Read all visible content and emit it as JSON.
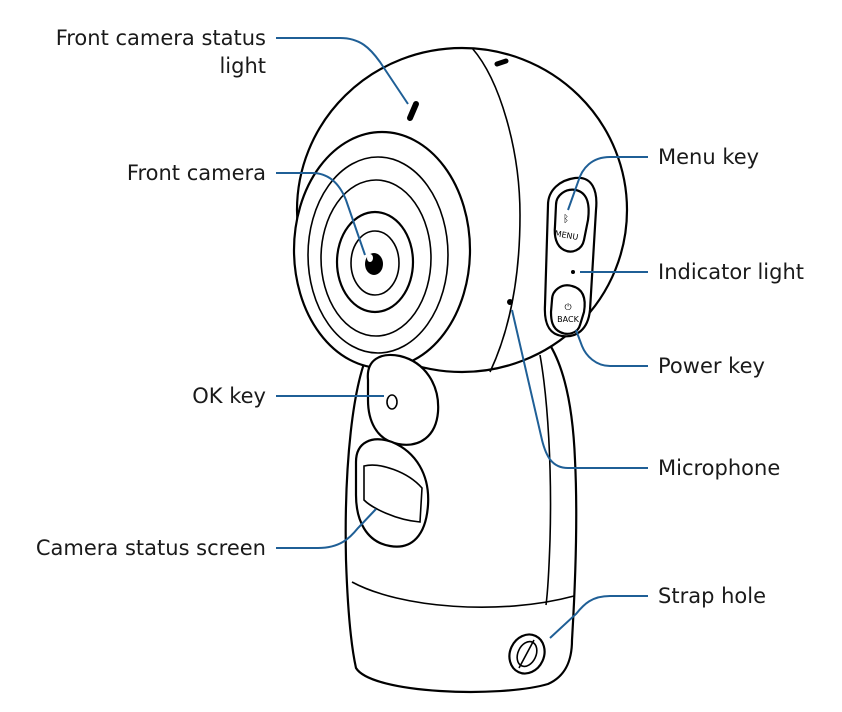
{
  "labels": {
    "front_camera_status_light_line1": "Front camera status",
    "front_camera_status_light_line2": "light",
    "front_camera": "Front camera",
    "ok_key": "OK key",
    "camera_status_screen": "Camera status screen",
    "menu_key": "Menu key",
    "indicator_light": "Indicator light",
    "power_key": "Power key",
    "microphone": "Microphone",
    "strap_hole": "Strap hole"
  },
  "device_markings": {
    "menu": "MENU",
    "back": "BACK"
  },
  "colors": {
    "leader_line": "#1f5f96",
    "outline": "#000000",
    "text": "#1a1a1a"
  }
}
